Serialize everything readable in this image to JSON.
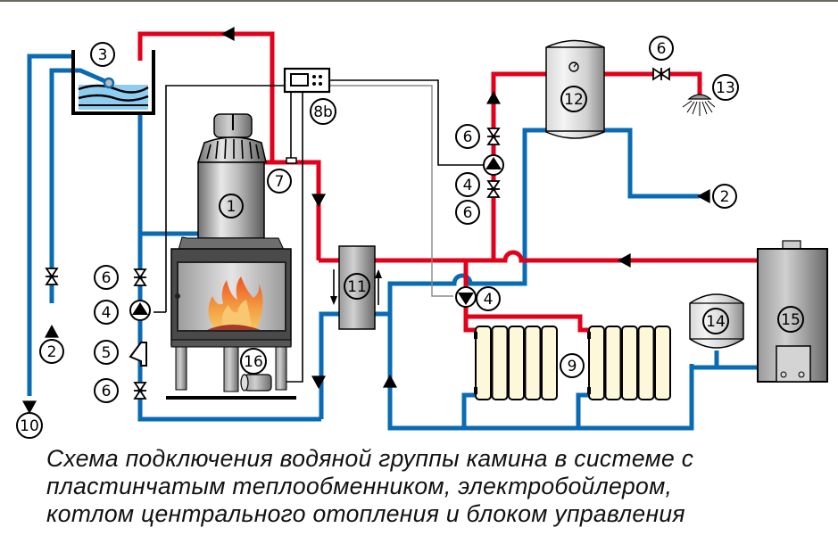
{
  "diagram": {
    "title_caption": [
      "Схема подключения водяной группы камина в системе с",
      "пластинчатым теплообменником, электробойлером,",
      "котлом центрального отопления и блоком управления"
    ],
    "colors": {
      "supply_hot": "#e2001a",
      "return_cold": "#0a6bb5",
      "water_light": "#8ecdf0",
      "radiator_fill": "#fdf8d9",
      "control_wire": "#000000"
    },
    "labels": {
      "fireplace": "1",
      "cold_inlet_left": "2",
      "cold_inlet_right": "2",
      "expansion_tank_open": "3",
      "pump_fireplace": "4",
      "pump_boiler": "4",
      "pump_radiators": "4",
      "check_valve": "5",
      "valve_fireplace_upper": "6",
      "valve_fireplace_lower": "6",
      "valve_pump_upper": "6",
      "valve_pump_lower": "6",
      "valve_shower": "6",
      "temp_sensor": "7",
      "control_unit": "8b",
      "radiators": "9",
      "drain": "10",
      "plate_heat_exchanger": "11",
      "electric_boiler": "12",
      "shower": "13",
      "expansion_vessel": "14",
      "central_heating_boiler": "15",
      "fan_blower": "16"
    }
  }
}
